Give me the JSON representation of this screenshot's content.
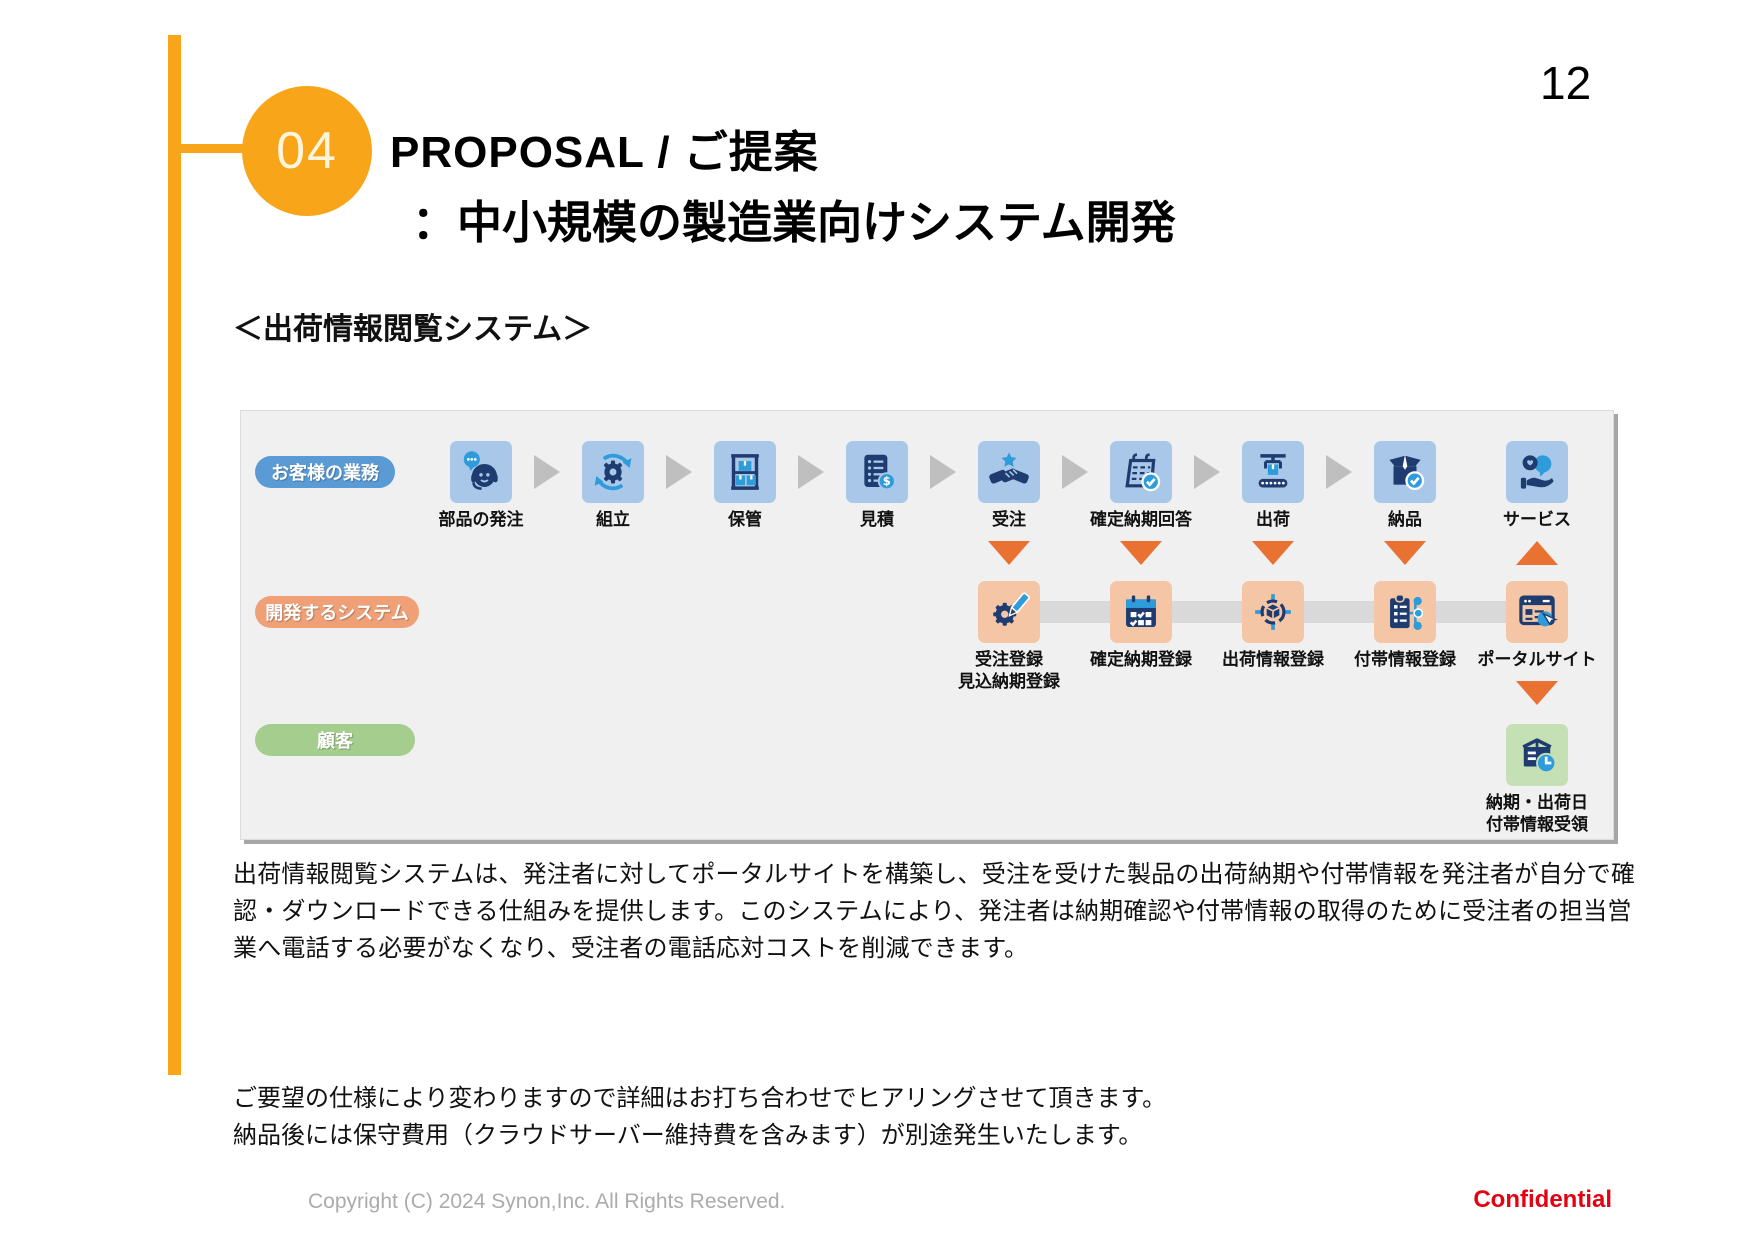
{
  "page": {
    "number": "12"
  },
  "header": {
    "badge": "04",
    "title": "PROPOSAL / ご提案",
    "subtitle": "：中小規模の製造業向けシステム開発"
  },
  "section": {
    "heading": "＜出荷情報閲覧システム＞"
  },
  "diagram": {
    "lanes": [
      {
        "label": "お客様の業務",
        "color": "#5B9BD5"
      },
      {
        "label": "開発するシステム",
        "color": "#EFA077"
      },
      {
        "label": "顧客",
        "color": "#A5CD8D"
      }
    ],
    "business_steps": [
      {
        "label": "部品の発注",
        "icon": "headset-operator-icon"
      },
      {
        "label": "組立",
        "icon": "gear-sync-icon"
      },
      {
        "label": "保管",
        "icon": "warehouse-shelf-icon"
      },
      {
        "label": "見積",
        "icon": "quote-document-icon"
      },
      {
        "label": "受注",
        "icon": "handshake-star-icon"
      },
      {
        "label": "確定納期回答",
        "icon": "calendar-check-icon"
      },
      {
        "label": "出荷",
        "icon": "crane-conveyor-icon"
      },
      {
        "label": "納品",
        "icon": "delivery-box-check-icon"
      },
      {
        "label": "サービス",
        "icon": "service-hand-icon"
      }
    ],
    "system_steps": [
      {
        "label": "受注登録\n見込納期登録",
        "icon": "gear-pencil-icon"
      },
      {
        "label": "確定納期登録",
        "icon": "calendar-register-icon"
      },
      {
        "label": "出荷情報登録",
        "icon": "target-box-icon"
      },
      {
        "label": "付帯情報登録",
        "icon": "clipboard-network-icon"
      },
      {
        "label": "ポータルサイト",
        "icon": "portal-site-icon"
      }
    ],
    "customer_steps": [
      {
        "label": "納期・出荷日\n付帯情報受領",
        "icon": "box-clock-icon"
      }
    ]
  },
  "description": "出荷情報閲覧システムは、発注者に対してポータルサイトを構築し、受注を受けた製品の出荷納期や付帯情報を発注者が自分で確認・ダウンロードできる仕組みを提供します。このシステムにより、発注者は納期確認や付帯情報の取得のために受注者の担当営業へ電話する必要がなくなり、受注者の電話応対コストを削減できます。",
  "notes": [
    "ご要望の仕様により変わりますので詳細はお打ち合わせでヒアリングさせて頂きます。",
    "納品後には保守費用（クラウドサーバー維持費を含みます）が別途発生いたします。"
  ],
  "footer": {
    "copyright": "Copyright (C) 2024 Synon,Inc. All Rights Reserved.",
    "confidential": "Confidential"
  },
  "colors": {
    "accent_orange": "#F9A51A",
    "arrow_orange": "#E97132",
    "tile_blue": "#A9C7E8",
    "tile_peach": "#F5C6A5",
    "tile_green": "#C5E0B4",
    "icon_navy": "#1F3C70",
    "icon_blue": "#2E9BDA",
    "confidential_red": "#E50012"
  }
}
